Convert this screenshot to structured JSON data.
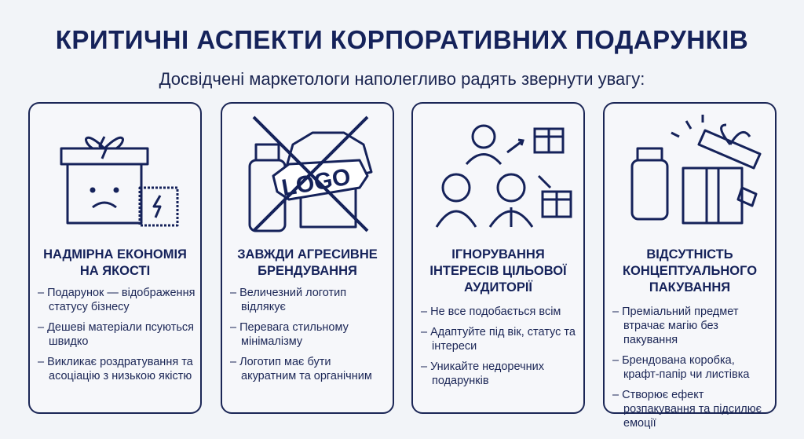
{
  "title": "КРИТИЧНІ АСПЕКТИ КОРПОРАТИВНИХ ПОДАРУНКІВ",
  "subtitle": "Досвідчені маркетологи наполегливо радять звернути увагу:",
  "colors": {
    "primary": "#15225a",
    "background": "#f2f4f8"
  },
  "cards": [
    {
      "icon": "broken-gift-box-icon",
      "heading": "НАДМІРНА ЕКОНОМІЯ НА ЯКОСТІ",
      "items": [
        "Подарунок — відображення статусу бізнесу",
        "Дешеві матеріали псуються швидко",
        "Викликає роздратування та асоціацію з низькою якістю"
      ]
    },
    {
      "icon": "crossed-logo-merch-icon",
      "logo_text": "LOGO",
      "heading": "ЗАВЖДИ АГРЕСИВНЕ БРЕНДУВАННЯ",
      "items": [
        "Величезний логотип відлякує",
        "Перевага стильному мінімалізму",
        "Логотип має бути акуратним та органічним"
      ]
    },
    {
      "icon": "people-gifts-icon",
      "heading": "ІГНОРУВАННЯ ІНТЕРЕСІВ ЦІЛЬОВОЇ АУДИТОРІЇ",
      "items": [
        "Не все подобається всім",
        "Адаптуйте під вік, статус та інтереси",
        "Уникайте недоречних подарунків"
      ]
    },
    {
      "icon": "open-gift-packaging-icon",
      "heading": "ВІДСУТНІСТЬ КОНЦЕПТУАЛЬНОГО ПАКУВАННЯ",
      "items": [
        "Преміальний предмет втрачає магію без пакування",
        "Брендована коробка, крафт-папір чи листівка",
        "Створює ефект розпакування та підсилює емоції"
      ]
    }
  ]
}
